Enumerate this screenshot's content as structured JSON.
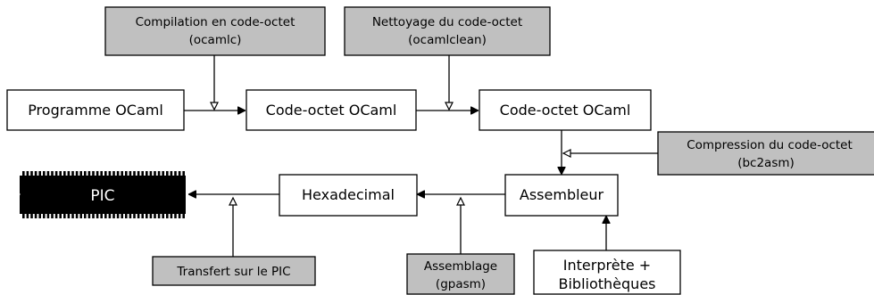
{
  "nodes": {
    "programme": {
      "label": "Programme OCaml"
    },
    "code1": {
      "label": "Code-octet OCaml"
    },
    "code2": {
      "label": "Code-octet OCaml"
    },
    "assembleur": {
      "label": "Assembleur"
    },
    "hexa": {
      "label": "Hexadecimal"
    },
    "pic": {
      "label": "PIC"
    },
    "interprete": {
      "line1": "Interprète +",
      "line2": "Bibliothèques"
    }
  },
  "tools": {
    "compilation": {
      "line1": "Compilation en code-octet",
      "line2": "(ocamlc)"
    },
    "nettoyage": {
      "line1": "Nettoyage du code-octet",
      "line2": "(ocamlclean)"
    },
    "compression": {
      "line1": "Compression du code-octet",
      "line2": "(bc2asm)"
    },
    "assemblage": {
      "line1": "Assemblage",
      "line2": "(gpasm)"
    },
    "transfert": {
      "label": "Transfert sur le PIC"
    }
  },
  "colors": {
    "tool_box": "#c0c0c0",
    "node_box": "#ffffff",
    "pic_chip": "#000000"
  }
}
